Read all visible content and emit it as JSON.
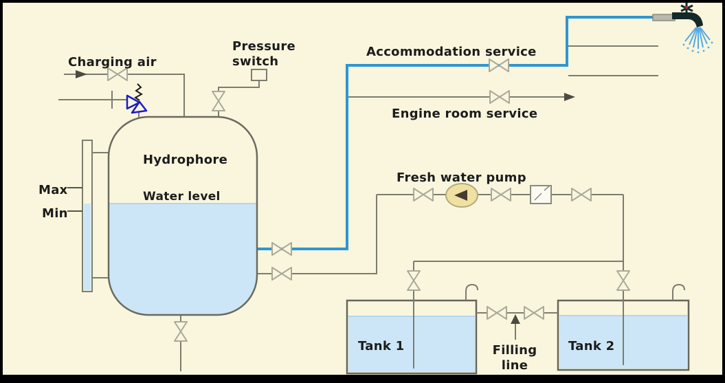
{
  "labels": {
    "charging_air": "Charging air",
    "pressure_switch_line1": "Pressure",
    "pressure_switch_line2": "switch",
    "accommodation_service": "Accommodation service",
    "engine_room_service": "Engine room service",
    "hydrophore": "Hydrophore",
    "water_level": "Water level",
    "max": "Max",
    "min": "Min",
    "fresh_water_pump": "Fresh water pump",
    "tank1": "Tank 1",
    "tank2": "Tank 2",
    "filling_line_line1": "Filling",
    "filling_line_line2": "line"
  },
  "colors": {
    "background": "#f9f6dd",
    "frame": "#000000",
    "pipe_gray": "#7c7c6e",
    "pipe_blue": "#2d96d3",
    "water_fill": "#cce6f7",
    "valve_outline": "#a9a99a",
    "tank_outline": "#66665c",
    "pump_fill": "#f0e1a3",
    "pump_arrow": "#453c2c",
    "relief_valve_blue": "#1a1acd",
    "arrow_dark": "#4b4b41",
    "spray_blue": "#57a9e2",
    "text": "#1c1c1c"
  },
  "components": {
    "bowtie_valve_count": 14,
    "tanks": [
      "Hydrophore",
      "Tank 1",
      "Tank 2"
    ],
    "symbols": [
      "level-gauge",
      "pressure-switch-box",
      "relief-valve",
      "fresh-water-pump",
      "filter-box",
      "water-tap",
      "spray",
      "gooseneck-vent"
    ]
  }
}
